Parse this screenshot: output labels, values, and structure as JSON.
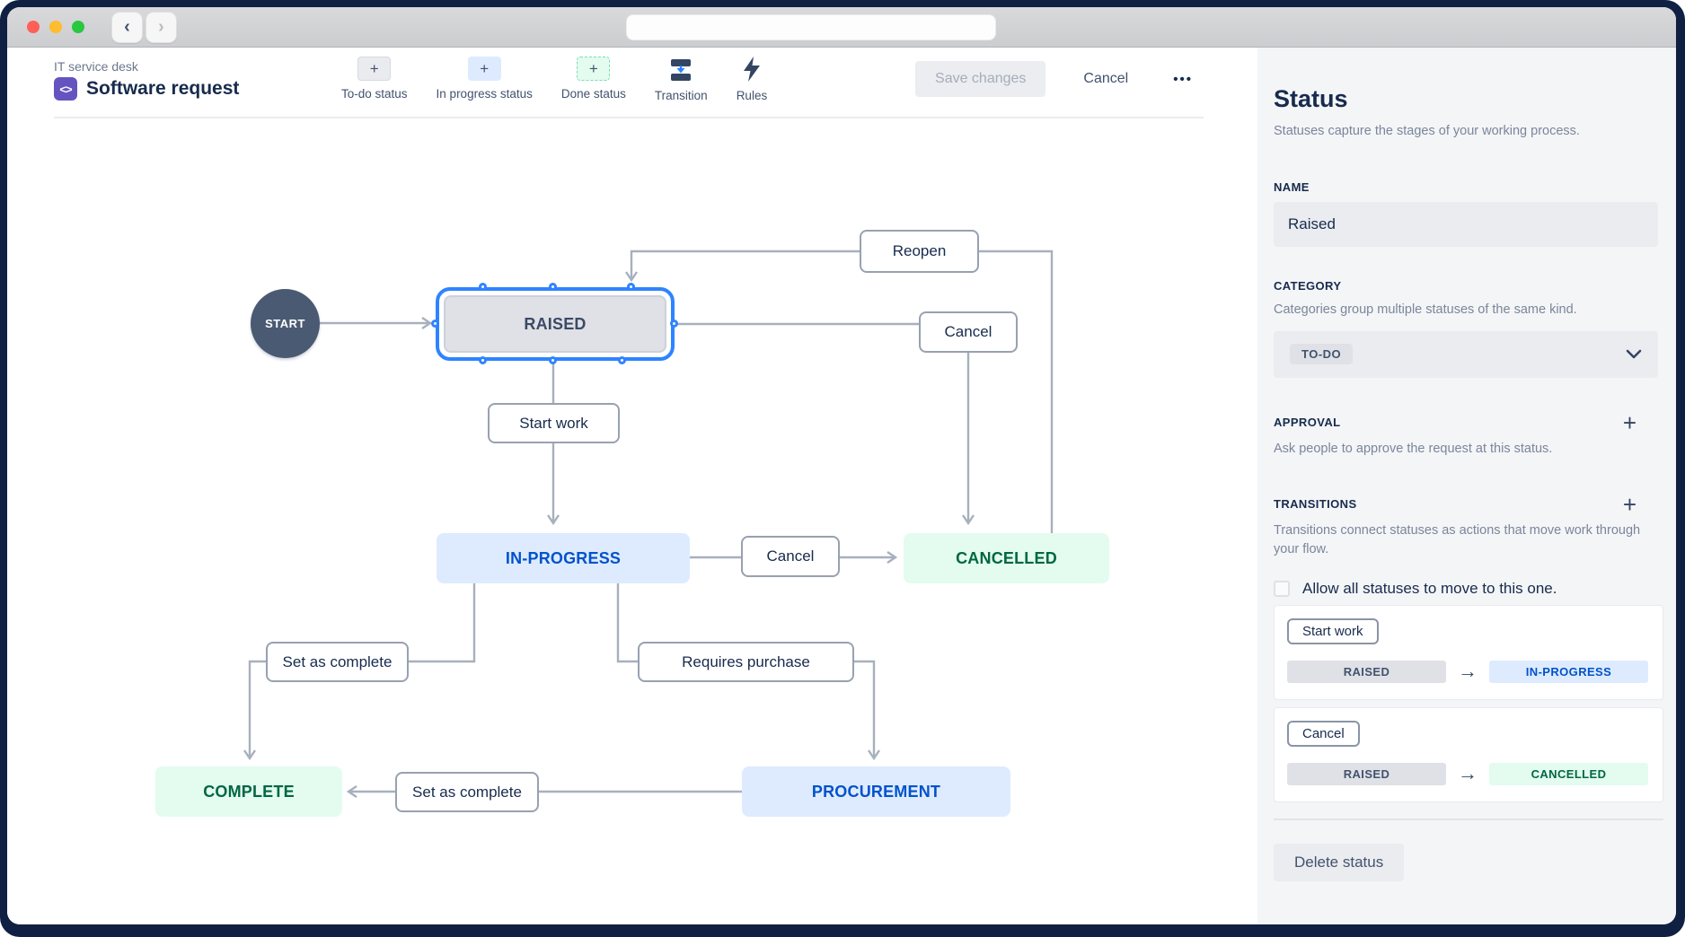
{
  "window": {
    "address_bar_value": ""
  },
  "header": {
    "breadcrumb": "IT service desk",
    "title": "Software request",
    "project_icon_glyph": "<>",
    "toolbar": [
      {
        "label": "To-do status"
      },
      {
        "label": "In progress status"
      },
      {
        "label": "Done status"
      },
      {
        "label": "Transition"
      },
      {
        "label": "Rules"
      }
    ],
    "save_label": "Save changes",
    "cancel_label": "Cancel",
    "more_label": "•••"
  },
  "diagram": {
    "start": "START",
    "statuses": {
      "raised": "RAISED",
      "in_progress": "IN-PROGRESS",
      "cancelled": "CANCELLED",
      "complete": "COMPLETE",
      "procurement": "PROCUREMENT"
    },
    "transitions": {
      "reopen": "Reopen",
      "cancel_top": "Cancel",
      "start_work": "Start work",
      "cancel_mid": "Cancel",
      "set_as_complete_left": "Set as complete",
      "requires_purchase": "Requires purchase",
      "set_as_complete_bottom": "Set as complete"
    }
  },
  "sidebar": {
    "title": "Status",
    "subtitle": "Statuses capture the stages of your working process.",
    "name_label": "NAME",
    "name_value": "Raised",
    "category_label": "CATEGORY",
    "category_desc": "Categories group multiple statuses of the same kind.",
    "category_value": "TO-DO",
    "approval_label": "APPROVAL",
    "approval_desc": "Ask people to approve the request at this status.",
    "transitions_label": "TRANSITIONS",
    "transitions_desc": "Transitions connect statuses as actions that move work through your flow.",
    "allow_all_label": "Allow all statuses to move to this one.",
    "transition_cards": [
      {
        "name": "Start work",
        "from": "RAISED",
        "to": "IN-PROGRESS",
        "arrow": "→"
      },
      {
        "name": "Cancel",
        "from": "RAISED",
        "to": "CANCELLED",
        "arrow": "→"
      }
    ],
    "delete_label": "Delete status"
  },
  "colors": {
    "selection_blue": "#2e84ff",
    "status_blue_text": "#0052cc",
    "status_blue_bg": "#deebff",
    "status_green_text": "#006644",
    "status_green_bg": "#e3fcef",
    "status_gray_bg": "#dfe1e6",
    "navy_text": "#172b4d",
    "edge_gray": "#a7b0bd",
    "project_purple": "#6554c0"
  }
}
